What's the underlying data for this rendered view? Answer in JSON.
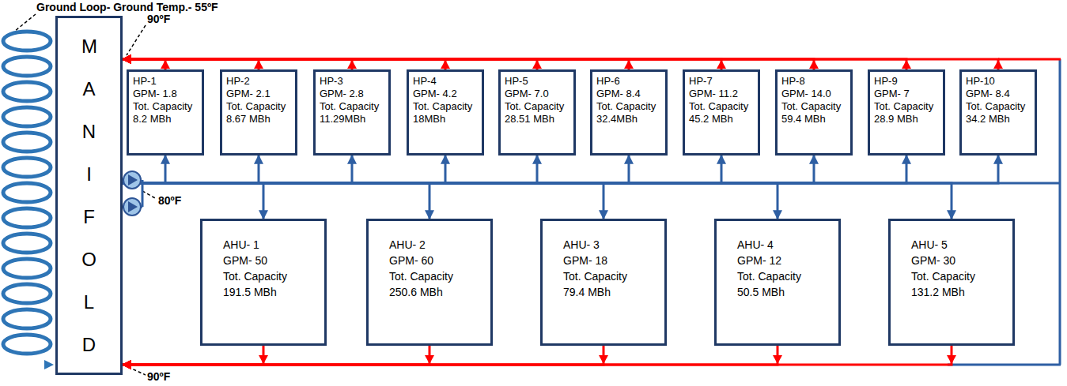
{
  "diagram": {
    "nodes": [
      {
        "text": [
          "MANIFOLD"
        ]
      },
      {
        "text": [
          "HP-1",
          "GPM- 1.8",
          "Tot. Capacity 8.2 MBh"
        ]
      },
      {
        "text": [
          "HP-2",
          "GPM- 2.1",
          "Tot. Capacity 8.67 MBh"
        ]
      },
      {
        "text": [
          "HP-3",
          "GPM- 2.8",
          "Tot. Capacity 11.29MBh"
        ]
      },
      {
        "text": [
          "HP-4",
          "GPM- 4.2",
          "Tot. Capacity 18MBh"
        ]
      },
      {
        "text": [
          "HP-5",
          "GPM- 7.0",
          "Tot. Capacity 28.51 MBh"
        ]
      },
      {
        "text": [
          "HP-6",
          "GPM- 8.4",
          "Tot. Capacity 32.4MBh"
        ]
      },
      {
        "text": [
          "HP-7",
          "GPM- 11.2",
          "Tot. Capacity 45.2 MBh"
        ]
      },
      {
        "text": [
          "HP-8",
          "GPM- 14.0",
          "Tot. Capacity 59.4 MBh"
        ]
      },
      {
        "text": [
          "HP-9",
          "GPM- 7",
          "Tot. Capacity 28.9 MBh"
        ]
      },
      {
        "text": [
          "HP-10",
          "GPM- 8.4",
          "Tot. Capacity 34.2 MBh"
        ]
      },
      {
        "text": [
          "AHU- 1",
          "GPM- 50",
          "Tot. Capacity 191.5 MBh"
        ]
      },
      {
        "text": [
          "AHU- 2",
          "GPM- 60",
          "Tot. Capacity 250.6 MBh"
        ]
      },
      {
        "text": [
          "AHU- 3",
          "GPM- 18",
          "Tot. Capacity 79.4 MBh"
        ]
      },
      {
        "text": [
          "AHU- 4",
          "GPM- 12",
          "Tot. Capacity 50.5 MBh"
        ]
      },
      {
        "text": [
          "AHU- 5",
          "GPM- 30",
          "Tot. Capacity 131.2 MBh"
        ]
      }
    ],
    "edges": [
      {
        "from": 0,
        "to": 1,
        "arrow": "to"
      },
      {
        "from": 0,
        "to": 2,
        "arrow": "to"
      },
      {
        "from": 0,
        "to": 3,
        "arrow": "to"
      },
      {
        "from": 0,
        "to": 4,
        "arrow": "to"
      },
      {
        "from": 0,
        "to": 5,
        "arrow": "to"
      },
      {
        "from": 0,
        "to": 6,
        "arrow": "to"
      },
      {
        "from": 0,
        "to": 7,
        "arrow": "to"
      },
      {
        "from": 0,
        "to": 8,
        "arrow": "to"
      },
      {
        "from": 0,
        "to": 9,
        "arrow": "to"
      },
      {
        "from": 0,
        "to": 10,
        "arrow": "to"
      },
      {
        "from": 0,
        "to": 11,
        "arrow": "to"
      },
      {
        "from": 0,
        "to": 12,
        "arrow": "to"
      },
      {
        "from": 0,
        "to": 13,
        "arrow": "to"
      },
      {
        "from": 0,
        "to": 14,
        "arrow": "to"
      },
      {
        "from": 0,
        "to": 15,
        "arrow": "to"
      },
      {
        "from": 1,
        "to": 0,
        "arrow": "to"
      },
      {
        "from": 2,
        "to": 0,
        "arrow": "to"
      },
      {
        "from": 3,
        "to": 0,
        "arrow": "to"
      },
      {
        "from": 4,
        "to": 0,
        "arrow": "to"
      },
      {
        "from": 5,
        "to": 0,
        "arrow": "to"
      },
      {
        "from": 6,
        "to": 0,
        "arrow": "to"
      },
      {
        "from": 7,
        "to": 0,
        "arrow": "to"
      },
      {
        "from": 8,
        "to": 0,
        "arrow": "to"
      },
      {
        "from": 9,
        "to": 0,
        "arrow": "to"
      },
      {
        "from": 10,
        "to": 0,
        "arrow": "to"
      },
      {
        "from": 11,
        "to": 0,
        "arrow": "to"
      },
      {
        "from": 12,
        "to": 0,
        "arrow": "to"
      },
      {
        "from": 13,
        "to": 0,
        "arrow": "to"
      },
      {
        "from": 14,
        "to": 0,
        "arrow": "to"
      },
      {
        "from": 15,
        "to": 0,
        "arrow": "to"
      }
    ],
    "labels": [
      "Ground Loop- Ground Temp.- 55ºF",
      "90ºF",
      "80ºF",
      "90ºF"
    ]
  }
}
